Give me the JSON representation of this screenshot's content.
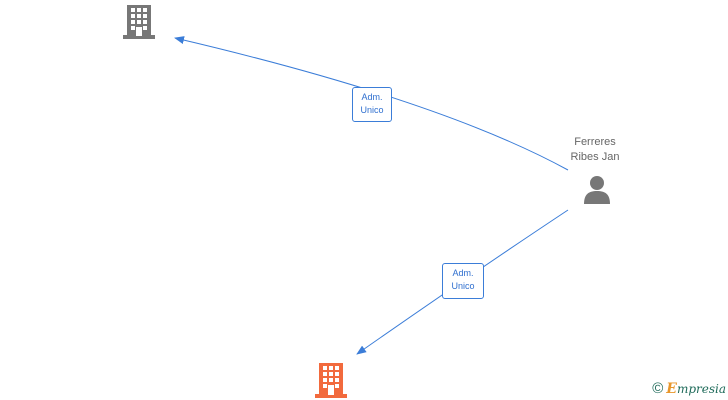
{
  "person": {
    "name_line1": "Ferreres",
    "name_line2": "Ribes Jan"
  },
  "edges": [
    {
      "line1": "Adm.",
      "line2": "Unico"
    },
    {
      "line1": "Adm.",
      "line2": "Unico"
    }
  ],
  "watermark": {
    "copyright": "©",
    "brand_initial": "E",
    "brand_rest": "mpresia"
  },
  "colors": {
    "edge": "#3b7dd8",
    "company_inactive": "#777777",
    "company_active": "#f26a3d",
    "person": "#777777"
  }
}
